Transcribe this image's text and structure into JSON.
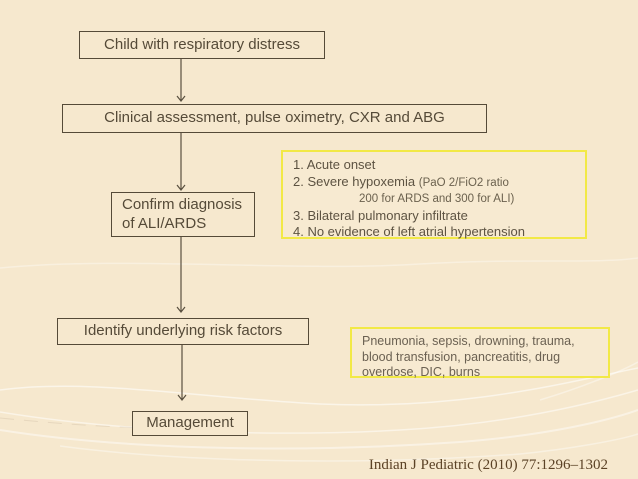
{
  "page": {
    "background_color": "#f6e8ce",
    "accent_yellow": "#f2e946",
    "ink_color": "#554a38",
    "citation": "Indian J Pediatric (2010) 77:1296–1302"
  },
  "flow": {
    "step1": "Child with respiratory distress",
    "step2": "Clinical assessment, pulse oximetry, CXR and ABG",
    "step3_line1": "Confirm diagnosis",
    "step3_line2": "of ALI/ARDS",
    "step4": "Identify underlying risk factors",
    "step5": "Management"
  },
  "criteria_note": {
    "item1": "1. Acute onset",
    "item2_main": "2. Severe hypoxemia ",
    "item2_detail": "(PaO 2/FiO2 ratio",
    "item2_detail_cont": "200 for ARDS and 300 for ALI)",
    "item3": "3. Bilateral pulmonary infiltrate",
    "item4": "4. No evidence of left atrial hypertension"
  },
  "risk_note": {
    "line1": "Pneumonia, sepsis, drowning, trauma,",
    "line2": "blood transfusion, pancreatitis, drug",
    "line3": "overdose, DIC, burns"
  }
}
